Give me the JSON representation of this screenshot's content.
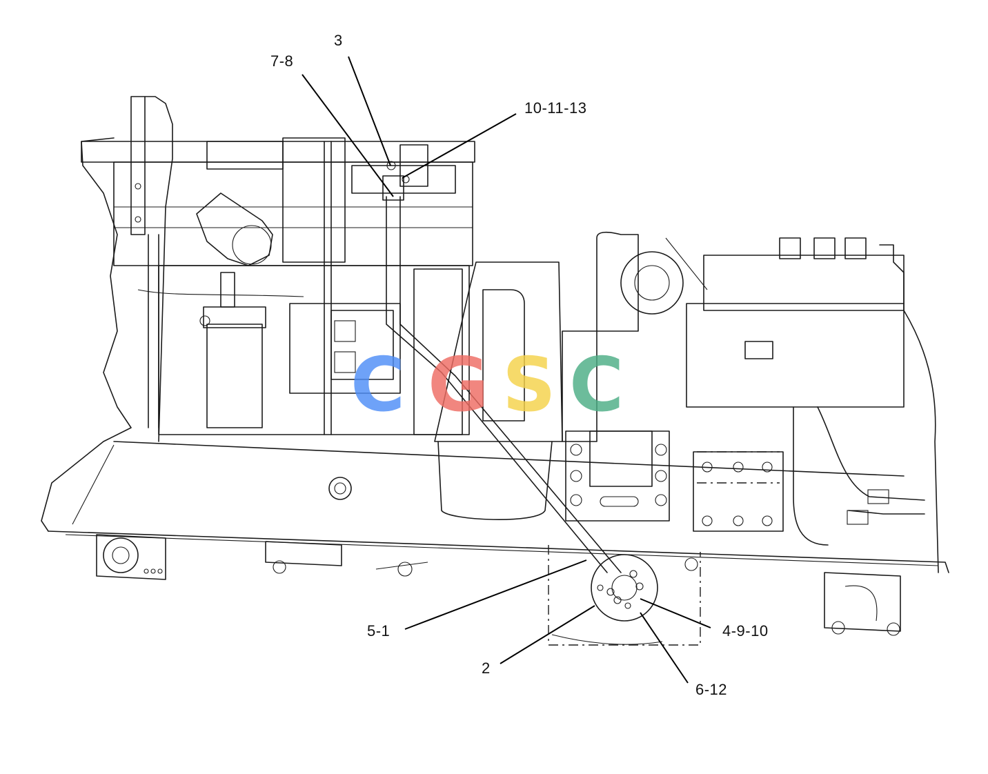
{
  "callouts": {
    "c3": "3",
    "c7_8": "7-8",
    "c10_11_13": "10-11-13",
    "c5_1": "5-1",
    "c4_9_10": "4-9-10",
    "c2": "2",
    "c6_12": "6-12"
  },
  "watermark": {
    "letters": [
      "C",
      "G",
      "S",
      "C"
    ],
    "colors": [
      "#4f8ef7",
      "#ee6c63",
      "#f5d24a",
      "#4cae86"
    ]
  }
}
